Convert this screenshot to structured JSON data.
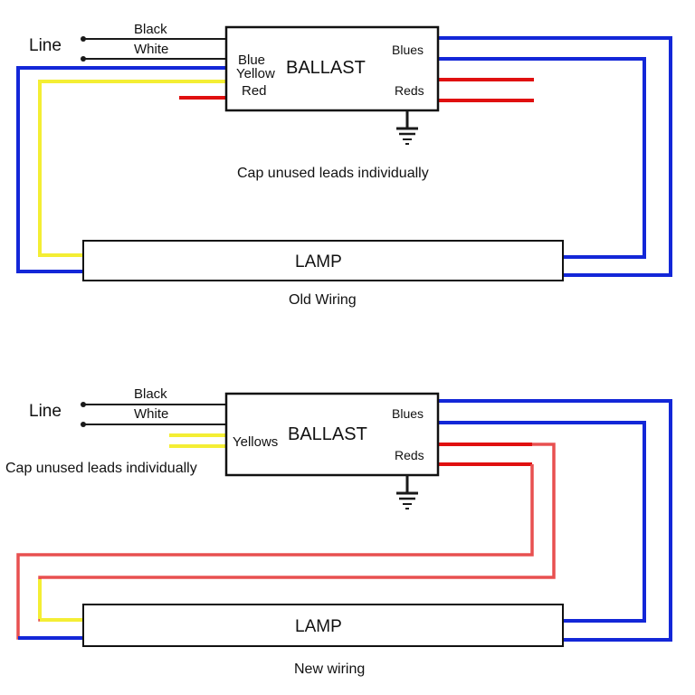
{
  "colors": {
    "black": "#1a1a1a",
    "blue": "#1327d8",
    "yellow": "#f4ee34",
    "red": "#e01010",
    "red_light": "#e85050",
    "box_fill": "#ffffff",
    "box_stroke": "#111111"
  },
  "icons": {
    "ground": "ground-symbol-icon",
    "terminal": "terminal-dot-icon"
  },
  "old": {
    "line_label": "Line",
    "black_label": "Black",
    "white_label": "White",
    "ballast_label": "BALLAST",
    "blue_label": "Blue",
    "yellow_label": "Yellow",
    "red_label": "Red",
    "blues_label": "Blues",
    "reds_label": "Reds",
    "cap_note": "Cap unused leads individually",
    "lamp_label": "LAMP",
    "caption": "Old Wiring"
  },
  "new": {
    "line_label": "Line",
    "black_label": "Black",
    "white_label": "White",
    "ballast_label": "BALLAST",
    "yellows_label": "Yellows",
    "blues_label": "Blues",
    "reds_label": "Reds",
    "cap_note": "Cap unused leads individually",
    "lamp_label": "LAMP",
    "caption": "New wiring"
  }
}
